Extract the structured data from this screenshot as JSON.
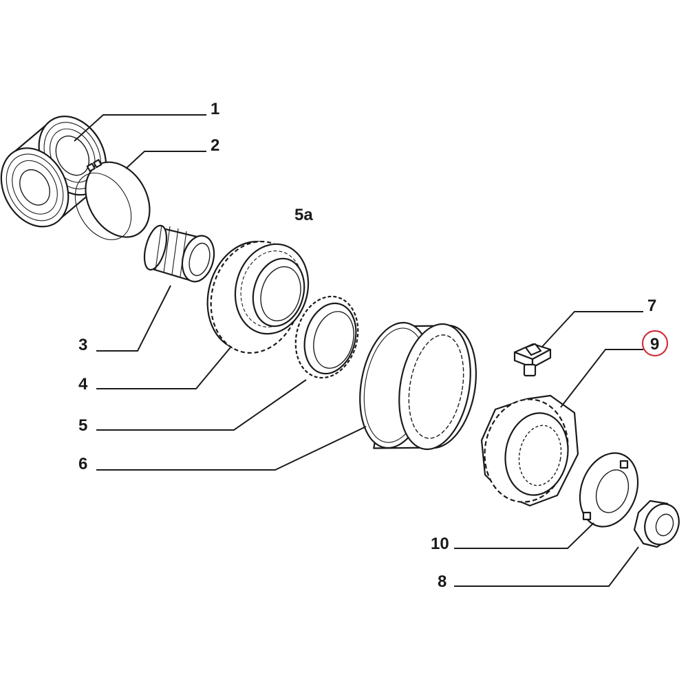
{
  "callouts": [
    {
      "id": "1",
      "label": "1"
    },
    {
      "id": "2",
      "label": "2"
    },
    {
      "id": "3",
      "label": "3"
    },
    {
      "id": "4",
      "label": "4"
    },
    {
      "id": "5",
      "label": "5"
    },
    {
      "id": "5a",
      "label": "5a"
    },
    {
      "id": "6",
      "label": "6"
    },
    {
      "id": "7",
      "label": "7"
    },
    {
      "id": "8",
      "label": "8"
    },
    {
      "id": "9",
      "label": "9",
      "highlighted": true
    },
    {
      "id": "10",
      "label": "10"
    }
  ],
  "colors": {
    "line": "#1a1a1a",
    "highlight": "#d32f3a",
    "background": "#ffffff"
  }
}
